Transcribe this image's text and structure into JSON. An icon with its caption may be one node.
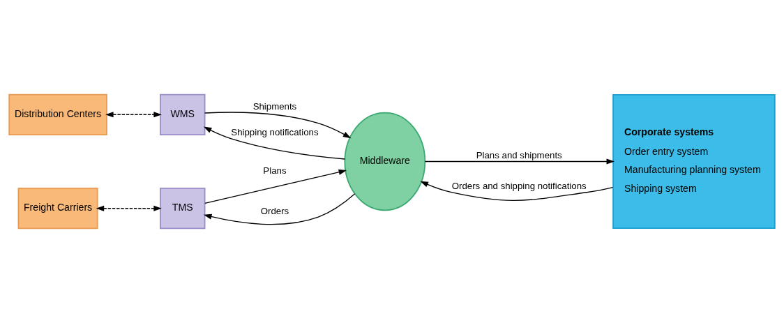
{
  "diagram": {
    "nodes": [
      {
        "text": [
          "Distribution Centers"
        ]
      },
      {
        "text": [
          "WMS"
        ]
      },
      {
        "text": [
          "Freight Carriers"
        ]
      },
      {
        "text": [
          "TMS"
        ]
      },
      {
        "text": [
          "Middleware"
        ]
      },
      {
        "text": [
          "Corporate systems",
          "Order entry system",
          "Manufacturing planning system",
          "Shipping system"
        ]
      }
    ],
    "edges": [
      {
        "from": 0,
        "to": 1,
        "arrow": "both",
        "style": "dashed"
      },
      {
        "from": 4,
        "to": 1,
        "arrow": "to",
        "label": "Shipping notifications"
      },
      {
        "from": 1,
        "to": 4,
        "arrow": "to",
        "label": "Shipments"
      },
      {
        "from": 5,
        "to": 4,
        "arrow": "to",
        "label": "Orders and shipping notifications"
      },
      {
        "from": 4,
        "to": 5,
        "arrow": "to",
        "label": "Plans and shipments"
      },
      {
        "from": 3,
        "to": 4,
        "arrow": "to",
        "label": "Plans"
      },
      {
        "from": 4,
        "to": 3,
        "arrow": "to",
        "label": "Orders"
      },
      {
        "from": 2,
        "to": 3,
        "arrow": "both",
        "style": "dashed"
      }
    ]
  }
}
